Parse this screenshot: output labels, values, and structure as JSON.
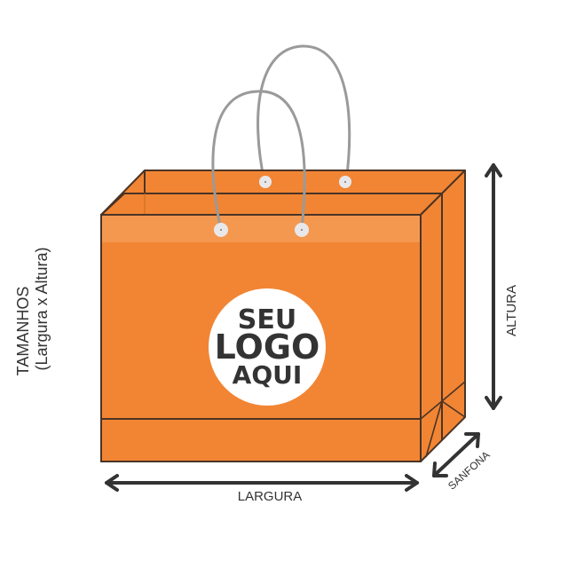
{
  "diagram": {
    "title_line1": "TAMANHOS",
    "title_line2": "(Largura x Altura)",
    "logo": {
      "line1": "SEU",
      "line2": "LOGO",
      "line3": "AQUI"
    },
    "dimensions": {
      "width_label": "LARGURA",
      "height_label": "ALTURA",
      "gusset_label": "SANFONA"
    },
    "colors": {
      "bag_orange": "#F28533",
      "bag_highlight": "#F5984F",
      "outline": "#4A3426",
      "handle": "#9A9A9A",
      "eyelet": "#E8E8EA",
      "arrow": "#333333",
      "logo_circle": "#FFFFFF"
    }
  }
}
